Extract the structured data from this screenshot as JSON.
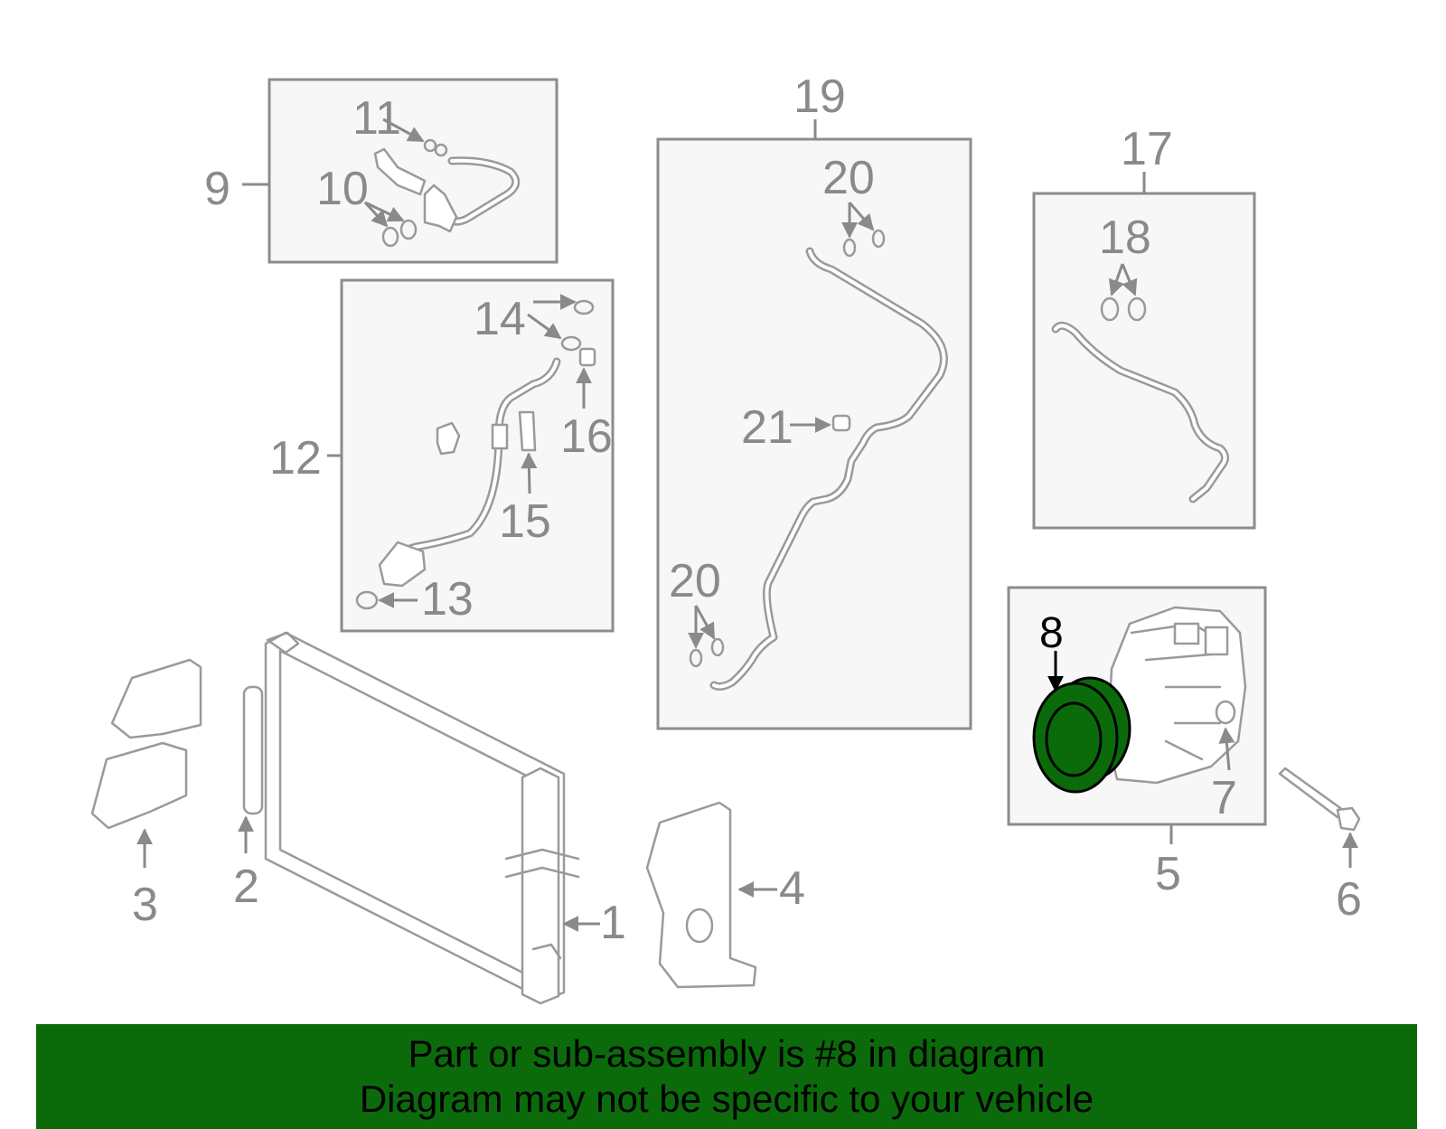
{
  "callouts": {
    "c1": "1",
    "c2": "2",
    "c3": "3",
    "c4": "4",
    "c5": "5",
    "c6": "6",
    "c7": "7",
    "c8": "8",
    "c9": "9",
    "c10": "10",
    "c11": "11",
    "c12": "12",
    "c13": "13",
    "c14": "14",
    "c15": "15",
    "c16": "16",
    "c17": "17",
    "c18": "18",
    "c19": "19",
    "c20a": "20",
    "c20b": "20",
    "c21": "21"
  },
  "highlight": {
    "part_number": "8",
    "color": "#0b6b0b"
  },
  "banner": {
    "line1": "Part or sub-assembly is #8 in diagram",
    "line2": "Diagram may not be specific to your vehicle",
    "background": "#0b6b0b"
  }
}
